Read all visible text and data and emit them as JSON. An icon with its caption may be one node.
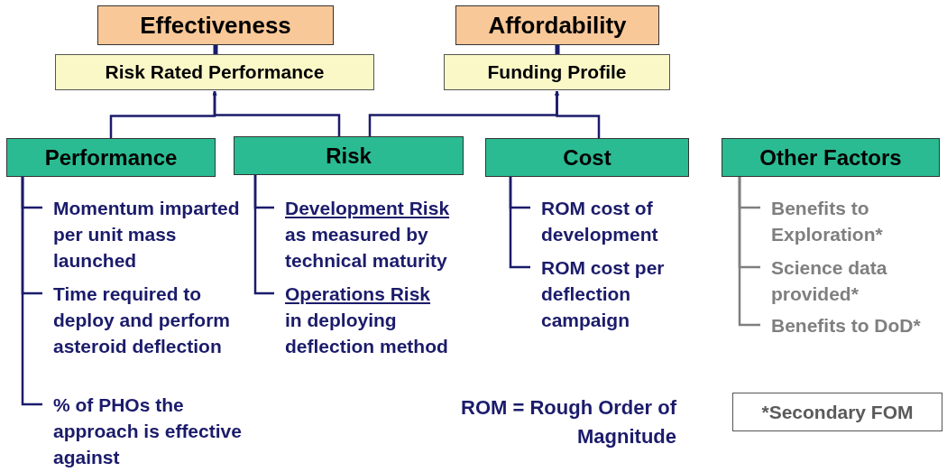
{
  "diagram": {
    "nodes": [
      {
        "text": [
          "Effectiveness"
        ]
      },
      {
        "text": [
          "Risk Rated Performance"
        ]
      },
      {
        "text": [
          "Affordability"
        ]
      },
      {
        "text": [
          "Funding Profile"
        ]
      },
      {
        "text": [
          "Performance"
        ]
      },
      {
        "text": [
          "Risk"
        ]
      },
      {
        "text": [
          "Cost"
        ]
      },
      {
        "text": [
          "Other Factors"
        ]
      },
      {
        "text": [
          "Momentum imparted per unit mass launched"
        ]
      },
      {
        "text": [
          "Time required to deploy and perform asteroid deflection"
        ]
      },
      {
        "text": [
          "% of PHOs the approach is effective against"
        ]
      },
      {
        "text": [
          "Development Risk",
          "as measured by technical maturity"
        ]
      },
      {
        "text": [
          "Operations Risk",
          "in deploying deflection method"
        ]
      },
      {
        "text": [
          "ROM cost of development"
        ]
      },
      {
        "text": [
          "ROM cost per deflection campaign"
        ]
      },
      {
        "text": [
          "Benefits to Exploration*"
        ]
      },
      {
        "text": [
          "Science data provided*"
        ]
      },
      {
        "text": [
          "Benefits to DoD*"
        ]
      },
      {
        "text": [
          "*Secondary FOM"
        ]
      }
    ],
    "edges": [
      {
        "from": 1,
        "to": 0,
        "arrow": "none",
        "style": "thick"
      },
      {
        "from": 3,
        "to": 2,
        "arrow": "none",
        "style": "thick"
      },
      {
        "from": 4,
        "to": 1,
        "arrow": "to"
      },
      {
        "from": 5,
        "to": 1,
        "arrow": "to"
      },
      {
        "from": 5,
        "to": 3,
        "arrow": "to"
      },
      {
        "from": 6,
        "to": 3,
        "arrow": "to"
      },
      {
        "from": 4,
        "to": 8,
        "arrow": "none"
      },
      {
        "from": 4,
        "to": 9,
        "arrow": "none"
      },
      {
        "from": 4,
        "to": 10,
        "arrow": "none"
      },
      {
        "from": 5,
        "to": 11,
        "arrow": "none"
      },
      {
        "from": 5,
        "to": 12,
        "arrow": "none"
      },
      {
        "from": 6,
        "to": 13,
        "arrow": "none"
      },
      {
        "from": 6,
        "to": 14,
        "arrow": "none"
      },
      {
        "from": 7,
        "to": 15,
        "arrow": "none",
        "color": "#7f7f7f"
      },
      {
        "from": 7,
        "to": 16,
        "arrow": "none",
        "color": "#7f7f7f"
      },
      {
        "from": 7,
        "to": 17,
        "arrow": "none",
        "color": "#7f7f7f"
      }
    ],
    "labels": [
      "ROM = Rough Order of Magnitude"
    ]
  }
}
